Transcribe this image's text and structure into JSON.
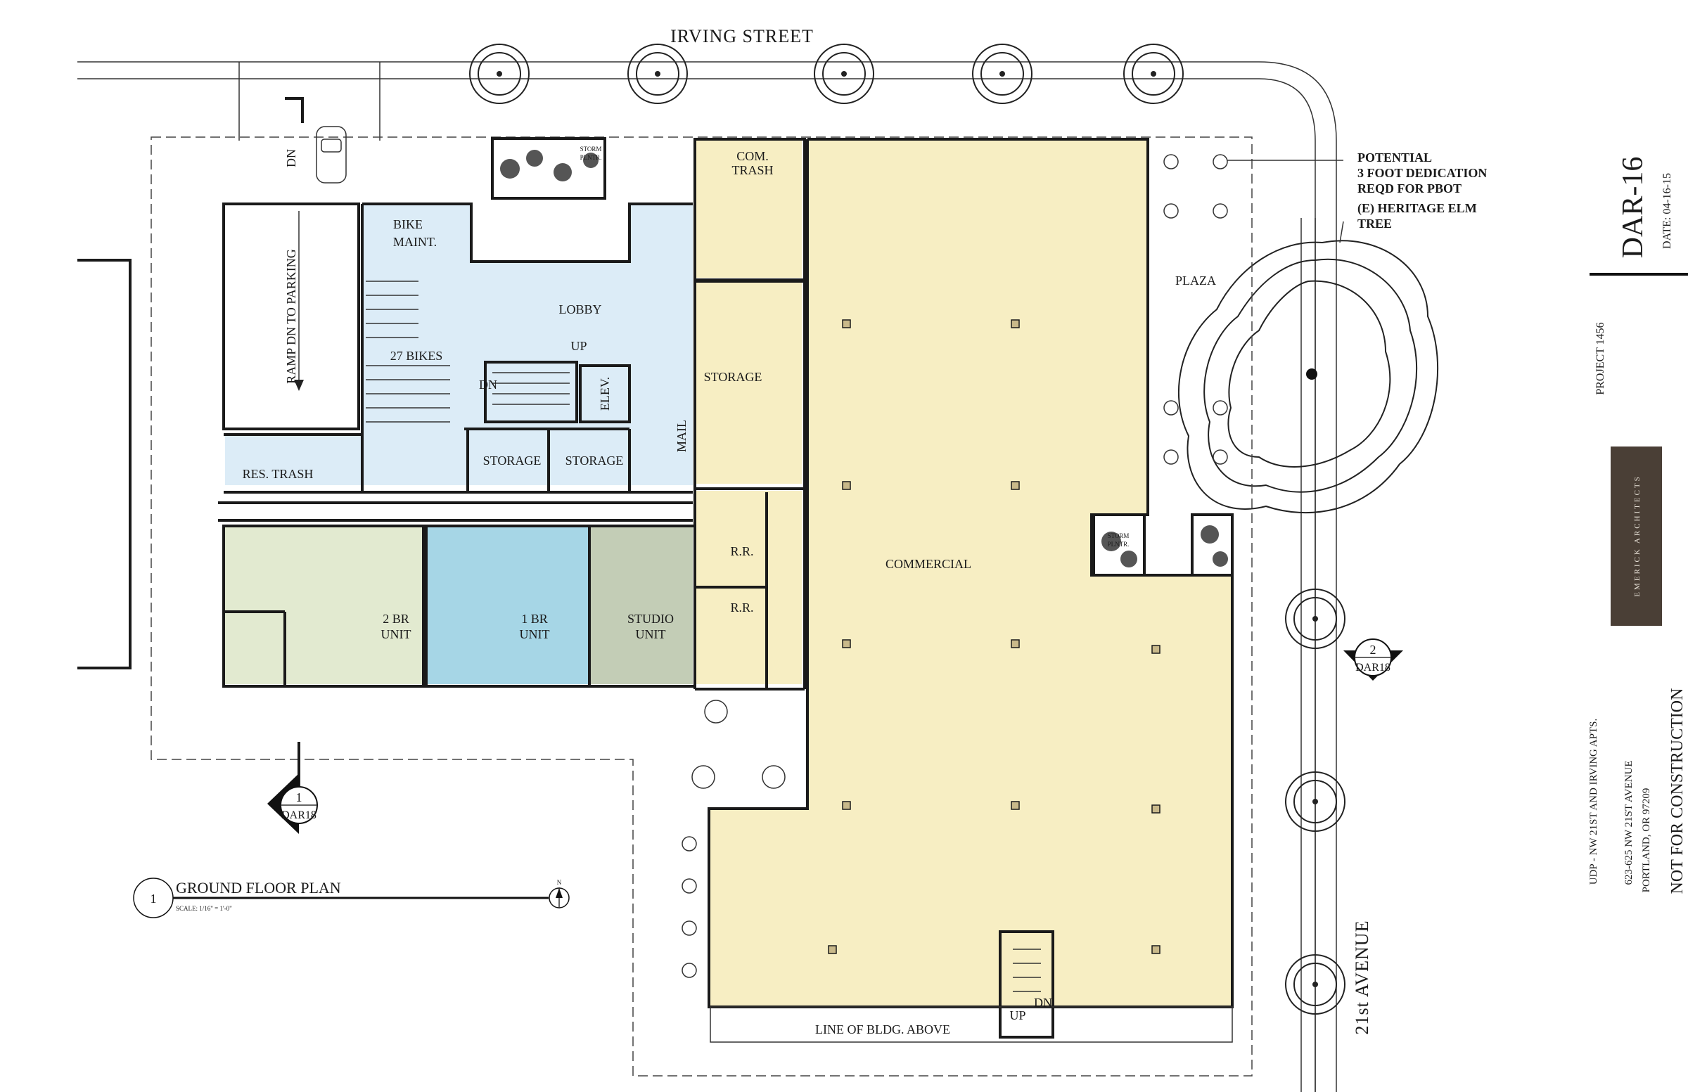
{
  "streets": {
    "north": "IRVING STREET",
    "east": "21st AVENUE"
  },
  "rooms": {
    "ramp": "RAMP DN TO PARKING",
    "ramp_dn": "DN",
    "bike_maint": [
      "BIKE",
      "MAINT."
    ],
    "bikes": "27 BIKES",
    "res_trash": "RES. TRASH",
    "storm_planter": [
      "STORM",
      "PLNTR."
    ],
    "lobby": "LOBBY",
    "stair_up": "UP",
    "stair_dn": "DN",
    "elev": "ELEV.",
    "storage_1": "STORAGE",
    "storage_2": "STORAGE",
    "mail": "MAIL",
    "com_trash": [
      "COM.",
      "TRASH"
    ],
    "storage_east": "STORAGE",
    "rr_1": "R.R.",
    "rr_2": "R.R.",
    "unit_2br": [
      "2 BR",
      "UNIT"
    ],
    "unit_1br": [
      "1 BR",
      "UNIT"
    ],
    "unit_studio": [
      "STUDIO",
      "UNIT"
    ],
    "commercial": "COMMERCIAL",
    "plaza": "PLAZA",
    "storm_planter_2": [
      "STORM",
      "PLNTR."
    ],
    "line_of_bldg": "LINE OF BLDG. ABOVE",
    "stair2_up": "UP",
    "stair2_dn": "DN"
  },
  "notes": {
    "dedication": [
      "POTENTIAL",
      "3 FOOT DEDICATION",
      "REQD FOR PBOT"
    ],
    "elm": [
      "(E) HERITAGE ELM",
      "TREE"
    ]
  },
  "section_markers": [
    {
      "number": "1",
      "sheet": "DAR18"
    },
    {
      "number": "2",
      "sheet": "DAR18"
    }
  ],
  "drawing_title": {
    "number": "1",
    "title": "GROUND FLOOR PLAN",
    "scale": "SCALE: 1/16\" = 1'-0\"",
    "north": "N"
  },
  "title_block": {
    "sheet": "DAR-16",
    "date": "DATE: 04-16-15",
    "project": "PROJECT 1456",
    "firm": "EMERICK ARCHITECTS",
    "project_name": "UDP - NW 21ST AND IRVING APTS.",
    "address_1": "623-625 NW 21ST AVENUE",
    "address_2": "PORTLAND, OR 97209",
    "disclaimer": "NOT FOR CONSTRUCTION"
  },
  "colors": {
    "residential_blue": "#dcecf7",
    "commercial_yellow": "#f7eec3",
    "unit_green": "#e2ead0",
    "unit_teal": "#a6d6e6",
    "unit_sage": "#c3cdb6",
    "firm_box": "#4a3f36"
  }
}
